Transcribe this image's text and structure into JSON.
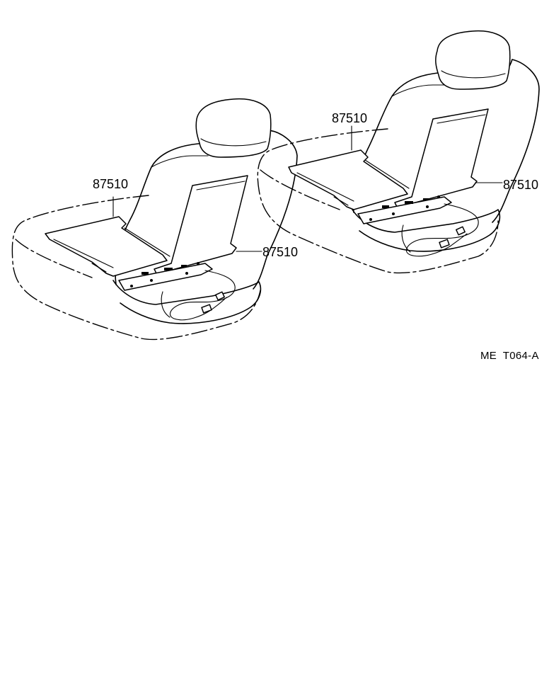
{
  "diagram": {
    "callouts": {
      "left_seat_cushion_heater": "87510",
      "left_seat_back_heater": "87510",
      "right_seat_cushion_heater": "87510",
      "right_seat_back_heater": "87510"
    },
    "reference_code": "ME  T064-A"
  }
}
